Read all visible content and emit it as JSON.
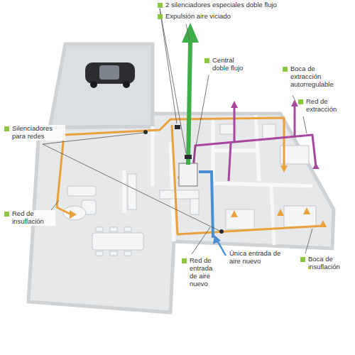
{
  "diagram": {
    "labels": [
      "2 silenciadores especiales doble flujo",
      "Expulsión aire viciado",
      "Central doble flujo",
      "Boca de extracción autorregulable",
      "Red de extracción",
      "Silenciadores para redes",
      "Red de insuflación",
      "Red de entrada de aire nuevo",
      "Única entrada de aire nuevo",
      "Boca de insuflación"
    ]
  }
}
